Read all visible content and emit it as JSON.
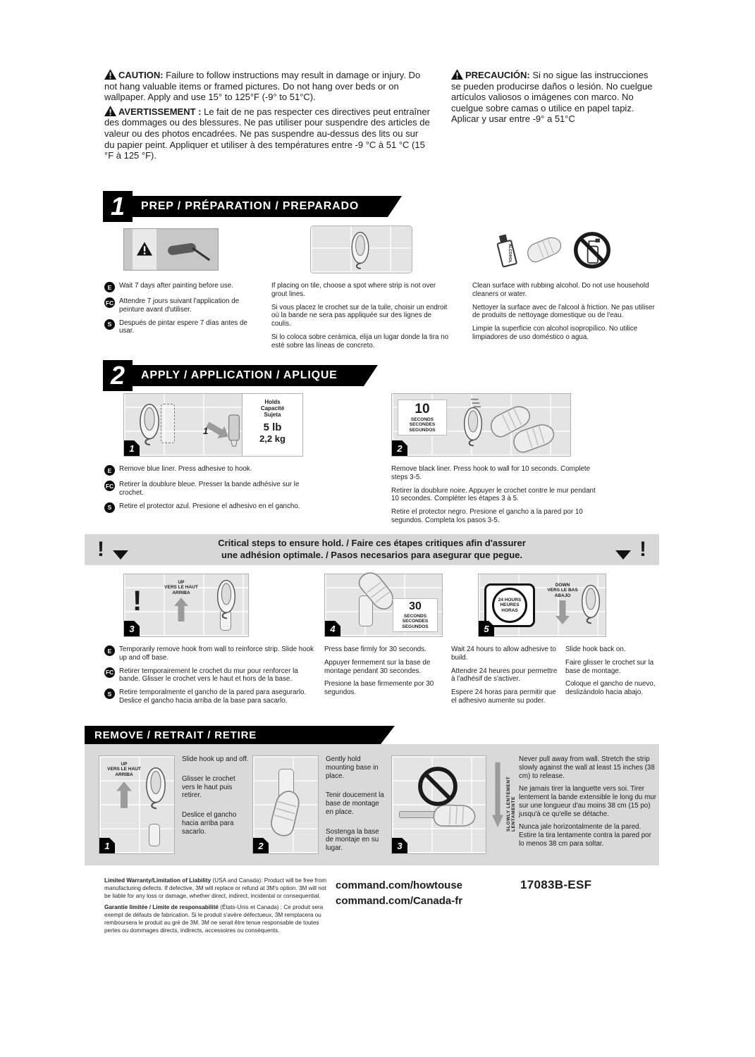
{
  "meta": {
    "lang_badges": {
      "en": "E",
      "fr": "FC",
      "es": "S"
    },
    "bang": "!"
  },
  "warnings": {
    "caution_label": "CAUTION:",
    "caution_text": " Failure to follow instructions may result in damage or injury. Do not hang valuable items or framed pictures. Do not hang over beds or on wallpaper. Apply and use 15° to 125°F (-9° to 51°C).",
    "avertissement_label": "AVERTISSEMENT :",
    "avertissement_text": " Le fait de ne pas respecter ces directives peut entraîner des dommages ou des blessures. Ne pas utiliser pour suspendre des articles de valeur ou des photos encadrées. Ne pas suspendre au-dessus des lits ou sur du papier peint. Appliquer et utiliser à des températures entre -9 °C à 51 °C (15 °F à 125 °F).",
    "precaucion_label": "PRECAUCIÓN:",
    "precaucion_text": " Si no sigue las instrucciones se pueden producirse daños o lesión. No cuelgue artículos valiosos o imágenes con marco. No cuelgue sobre camas o utilice en papel tapiz. Aplicar y usar entre -9° a 51°C"
  },
  "prep": {
    "number": "1",
    "title": "PREP / PRÉPARATION / PREPARADO",
    "alcohol_label": "ALCOHOL",
    "wait": {
      "en": "Wait 7 days after painting before use.",
      "fr": "Attendre 7 jours suivant l'application de peinture avant d'utiliser.",
      "es": "Después de pintar espere 7 días antes de usar."
    },
    "tile": {
      "en": "If placing on tile, choose a spot where strip is not over grout lines.",
      "fr": "Si vous placez le crochet sur de la tuile, choisir un endroit où la bande ne sera pas appliquée sur des lignes de coulis.",
      "es": "Si lo coloca sobre cerámica, elija un lugar donde la tira no esté sobre las líneas de concreto."
    },
    "clean": {
      "en": "Clean surface with rubbing alcohol. Do not use household cleaners or water.",
      "fr": "Nettoyer la surface avec de l'alcool à friction. Ne pas utiliser de produits de nettoyage domestique ou de l'eau.",
      "es": "Limpie la superficie con alcohol isopropílico. No utilice limpiadores de uso doméstico o agua."
    }
  },
  "apply": {
    "number": "2",
    "title": "APPLY / APPLICATION / APLIQUE",
    "step1": {
      "badge": "1",
      "inset_number": "1",
      "holds_label": "Holds\nCapacité\nSujeta",
      "holds_value": "5 lb",
      "holds_metric": "2,2 kg",
      "text": {
        "en": "Remove blue liner. Press adhesive to hook.",
        "fr": "Retirer la doublure bleue. Presser la bande adhésive sur le crochet.",
        "es": "Retire el protector azul. Presione el adhesivo en el gancho."
      }
    },
    "step2": {
      "badge": "2",
      "timer_value": "10",
      "timer_units": "SECONDS\nSECONDES\nSEGUNDOS",
      "text": {
        "en": "Remove black liner. Press hook to wall for 10 seconds. Complete steps 3-5.",
        "fr": "Retirer la doublure noire. Appuyer le crochet contre le mur pendant 10 secondes. Compléter les étapes 3 à 5.",
        "es": "Retire el protector negro. Presione el gancho a la pared por 10 segundos. Completa los pasos 3-5."
      }
    }
  },
  "critical": {
    "banner_text": "Critical steps to ensure hold. / Faire ces étapes critiques afin d'assurer\nune adhésion optimale. / Pasos necesarios para asegurar que pegue.",
    "step3": {
      "badge": "3",
      "up_label": "UP\nVERS LE HAUT\nARRIBA",
      "text": {
        "en": "Temporarily remove hook from wall to reinforce strip. Slide hook up and off base.",
        "fr": "Retirer temporairement le crochet du mur pour renforcer la bande. Glisser le crochet vers le haut et hors de la base.",
        "es": "Retire temporalmente el gancho de la pared para asegurarlo. Deslice el gancho hacia arriba de la base para sacarlo."
      }
    },
    "step4": {
      "badge": "4",
      "timer_value": "30",
      "timer_units": "SECONDS\nSECONDES\nSEGUNDOS",
      "text": {
        "en": "Press base firmly for 30 seconds.",
        "fr": "Appuyer fermement sur la base de montage pendant 30 secondes.",
        "es": "Presione la base firmemente por 30 segundos."
      }
    },
    "step5": {
      "badge": "5",
      "hours_label": "24 HOURS\nHEURES\nHORAS",
      "down_label": "DOWN\nVERS LE BAS\nABAJO",
      "wait_text": {
        "en": "Wait 24 hours to allow adhesive to build.",
        "fr": "Attendre 24 heures pour permettre à l'adhésif de s'activer.",
        "es": "Espere 24 horas para permitir que el adhesivo aumente su poder."
      },
      "slide_text": {
        "en": "Slide hook back on.",
        "fr": "Faire glisser le crochet sur la base de montage.",
        "es": "Coloque el gancho de nuevo, deslizándolo hacia abajo."
      }
    }
  },
  "remove": {
    "title": "REMOVE / RETRAIT / RETIRE",
    "step1": {
      "badge": "1",
      "up_label": "UP\nVERS LE HAUT\nARRIBA",
      "text": {
        "en": "Slide hook up and off.",
        "fr": "Glisser le crochet vers le haut puis retirer.",
        "es": "Deslice el gancho hacia arriba para sacarlo."
      }
    },
    "step2": {
      "badge": "2",
      "text": {
        "en": "Gently hold mounting base in place.",
        "fr": "Tenir doucement la base de montage en place.",
        "es": "Sostenga la base de montaje en su lugar."
      }
    },
    "step3": {
      "badge": "3",
      "slowly_label": "SLOWLY\nLENTEMENT\nLENTAMENTE",
      "text": {
        "en": "Never pull away from wall. Stretch the strip slowly against the wall at least 15 inches (38 cm) to release.",
        "fr": "Ne jamais tirer la languette vers soi. Tirer lentement la bande extensible le long du mur sur une longueur d'au moins 38 cm (15 po) jusqu'à ce qu'elle se détache.",
        "es": "Nunca jale horizontalmente de la pared. Estire la tira lentamente contra la pared por lo menos 38 cm para soltar."
      }
    }
  },
  "footer": {
    "warranty_en_label": "Limited Warranty/Limitation of Liability",
    "warranty_en_text": " (USA and Canada): Product will be free from manufacturing defects. If defective, 3M will replace or refund at 3M's option. 3M will not be liable for any loss or damage, whether direct, indirect, incidental or consequential.",
    "warranty_fr_label": "Garantie limitée / Limite de responsabilité",
    "warranty_fr_text": " (États-Unis et Canada) : Ce produit sera exempt de défauts de fabrication. Si le produit s'avère défectueux, 3M remplacera ou remboursera le produit au gré de 3M. 3M ne serait être tenue responsable de toutes pertes ou dommages directs, indirects, accessoires ou conséquents.",
    "url_howtouse": "command.com/howtouse",
    "url_canada": "command.com/Canada-fr",
    "product_code": "17083B-ESF"
  }
}
